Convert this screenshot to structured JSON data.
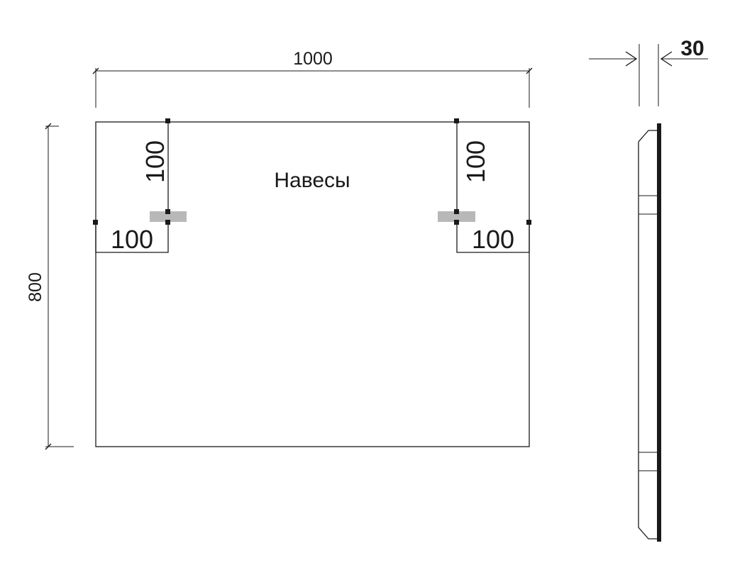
{
  "dimensions": {
    "width": "1000",
    "height": "800",
    "depth": "30",
    "hanger_top_offset_left": "100",
    "hanger_top_offset_right": "100",
    "hanger_side_offset_left": "100",
    "hanger_side_offset_right": "100"
  },
  "labels": {
    "hangers": "Навесы"
  },
  "colors": {
    "line": "#1a1a1a",
    "hanger_fill": "#b8b8b8",
    "marker": "#1a1a1a"
  }
}
